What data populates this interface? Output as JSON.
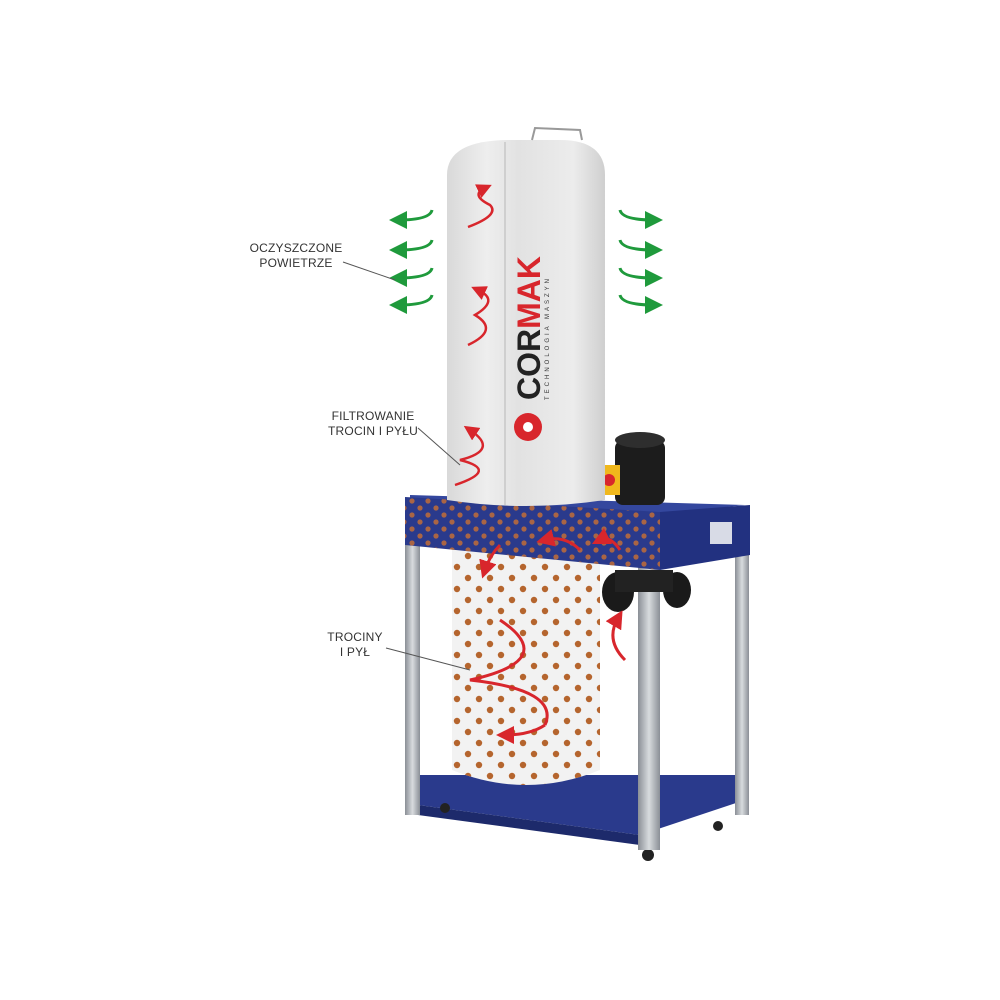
{
  "labels": {
    "clean_air": [
      "OCZYSZCZONE",
      "POWIETRZE"
    ],
    "filtering": [
      "FILTROWANIE",
      "TROCIN I PYŁU"
    ],
    "sawdust": [
      "TROCINY",
      "I PYŁ"
    ]
  },
  "brand": {
    "logo": "CORMAK",
    "tagline": "TECHNOLOGIA MASZYN"
  },
  "colors": {
    "frame_blue": "#2a3a8c",
    "arrow_green": "#1f9a3c",
    "arrow_red": "#d8262c",
    "dust_dot": "#b5652e",
    "bag_grey": "#e6e6e6"
  }
}
